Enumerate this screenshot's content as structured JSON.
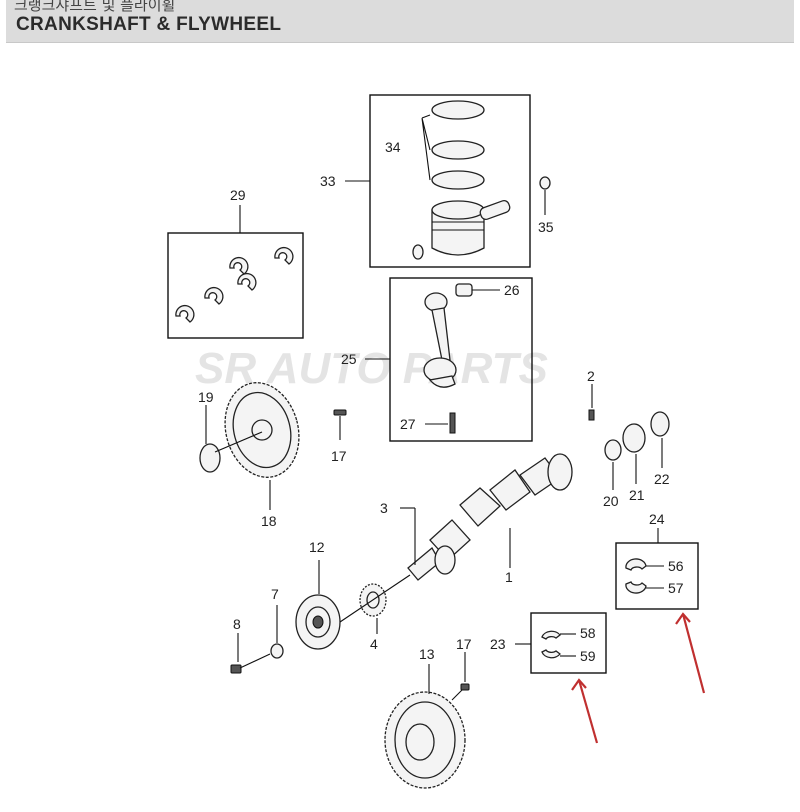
{
  "header": {
    "subtitle": "크랭크샤프트 및 플라이휠",
    "title": "CRANKSHAFT & FLYWHEEL"
  },
  "watermark": "SR AUTO PARTS",
  "labels": {
    "l1": "1",
    "l2": "2",
    "l3": "3",
    "l4": "4",
    "l7": "7",
    "l8": "8",
    "l12": "12",
    "l13": "13",
    "l17a": "17",
    "l17b": "17",
    "l18": "18",
    "l19": "19",
    "l20": "20",
    "l21": "21",
    "l22": "22",
    "l23": "23",
    "l24": "24",
    "l25": "25",
    "l26": "26",
    "l27": "27",
    "l29": "29",
    "l33": "33",
    "l34": "34",
    "l35": "35",
    "l56": "56",
    "l57": "57",
    "l58": "58",
    "l59": "59"
  },
  "colors": {
    "arrow": "#c03030",
    "header_bg": "#dcdcdc",
    "line": "#111111"
  }
}
